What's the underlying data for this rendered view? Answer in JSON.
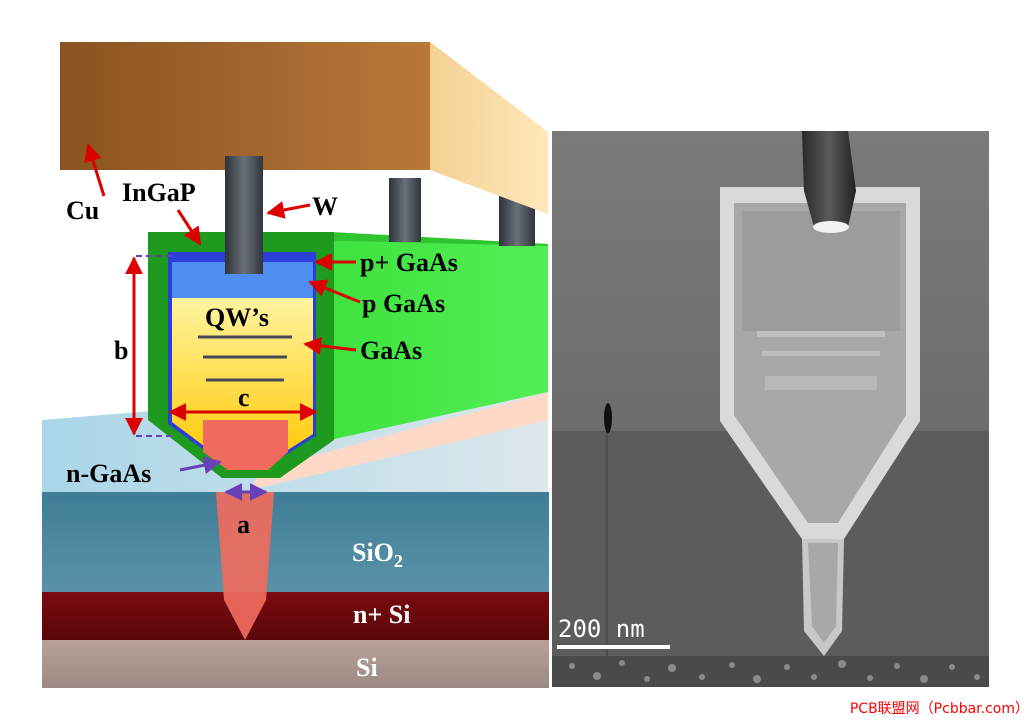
{
  "diagram": {
    "labels": {
      "cu": "Cu",
      "ingap": "InGaP",
      "w": "W",
      "p_plus_gaas": "p+ GaAs",
      "p_gaas": "p GaAs",
      "qws": "QW’s",
      "gaas": "GaAs",
      "b": "b",
      "c": "c",
      "n_gaas": "n-GaAs",
      "a": "a",
      "sio2_main": "SiO",
      "sio2_sub": "2",
      "n_plus_si": "n+ Si",
      "si": "Si"
    }
  },
  "sem": {
    "scalebar_label": "200 nm"
  },
  "watermark": "PCB联盟网（Pcbbar.com）",
  "colors": {
    "cu": "#a86a32",
    "green": "#33cc33",
    "yellow": "#ffd400",
    "blue": "#2b3fd8",
    "red_arrow": "#dd0000",
    "purple": "#6a40b8"
  }
}
